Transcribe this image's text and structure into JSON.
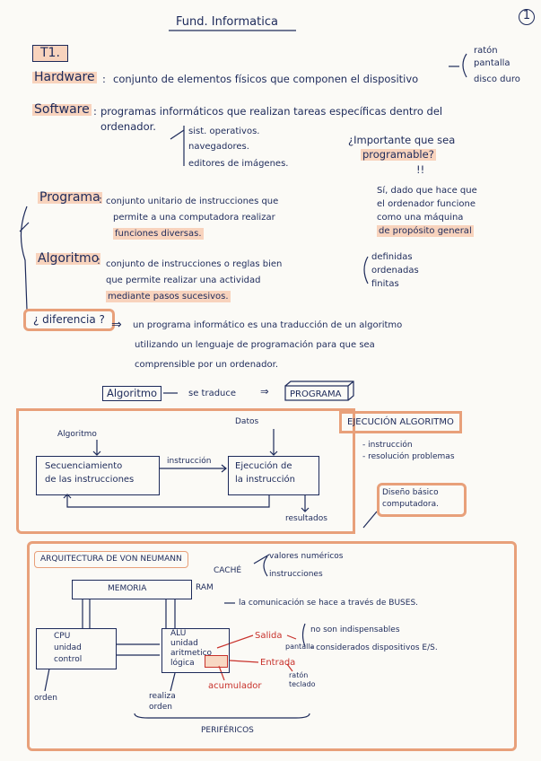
{
  "header": {
    "title": "Fund. Informatica",
    "page_number": "1"
  },
  "topic": "T1.",
  "hardware": {
    "term": "Hardware",
    "colon": ":",
    "definition": "conjunto de elementos físicos que componen el dispositivo",
    "examples": [
      "ratón",
      "pantalla",
      "disco duro"
    ]
  },
  "software": {
    "term": "Software",
    "colon": ":",
    "definition": "programas informáticos que realizan tareas específicas dentro del",
    "definition_cont": "ordenador.",
    "examples": [
      "sist. operativos.",
      "navegadores.",
      "editores de imágenes."
    ],
    "question": "¿Importante que sea",
    "question_cont": "programable?",
    "exclaim": "!!",
    "answer": [
      "Sí, dado que hace que",
      "el ordenador funcione",
      "como una máquina",
      "de propósito general"
    ]
  },
  "programa": {
    "term": "Programa",
    "colon": ":",
    "definition": [
      "conjunto unitario de instrucciones que",
      "permite a una computadora realizar",
      "funciones diversas."
    ]
  },
  "algoritmo": {
    "term": "Algoritmo",
    "colon": ":",
    "definition": [
      "conjunto de instrucciones o reglas bien",
      "que permite realizar una actividad",
      "mediante pasos sucesivos."
    ],
    "properties": [
      "definidas",
      "ordenadas",
      "finitas"
    ]
  },
  "diferencia": {
    "label": "¿ diferencia ?",
    "arrow": "⇒",
    "text": [
      "un programa informático es una traducción de un algoritmo",
      "utilizando un lenguaje de programación para que sea",
      "comprensible por un ordenador."
    ]
  },
  "flow": {
    "from": "Algoritmo",
    "arrow1": "→",
    "middle": "se traduce",
    "arrow2": "⇒",
    "to": "PROGRAMA"
  },
  "ejecucion": {
    "title": "EJECUCIÓN ALGORITMO",
    "items": [
      "- instrucción",
      "- resolución problemas"
    ],
    "algoritmo": "Algoritmo",
    "datos": "Datos",
    "secuenciamiento": [
      "Secuenciamiento",
      "de las instrucciones"
    ],
    "instruccion": "instrucción",
    "ejecucion_box": [
      "Ejecución de",
      "la instrucción"
    ],
    "resultados": "resultados",
    "diseno": [
      "Diseño básico",
      "computadora."
    ]
  },
  "von_neumann": {
    "title": "ARQUITECTURA DE VON NEUMANN",
    "memoria": "MEMORIA",
    "cache": "CACHÉ",
    "ram": "RAM",
    "valores": [
      "valores numéricos",
      "instrucciones"
    ],
    "comunicacion": "la comunicación se hace a través de BUSES.",
    "cpu": [
      "CPU",
      "unidad",
      "control"
    ],
    "alu": [
      "ALU",
      "unidad",
      "aritmetico",
      "lógica"
    ],
    "salida": "Salida",
    "pantalla": "pantalla",
    "entrada": "Entrada",
    "raton": [
      "ratón",
      "teclado"
    ],
    "acumulador": "acumulador",
    "no_indispensables": "no son indispensables",
    "considerados": "- considerados dispositivos E/S.",
    "orden": "orden",
    "realiza": [
      "realiza",
      "orden"
    ],
    "perifericos": "PERIFÉRICOS"
  },
  "colors": {
    "ink": "#1d2a5a",
    "highlight": "#f5a578",
    "box": "#e8a07a",
    "red": "#c8322c"
  }
}
